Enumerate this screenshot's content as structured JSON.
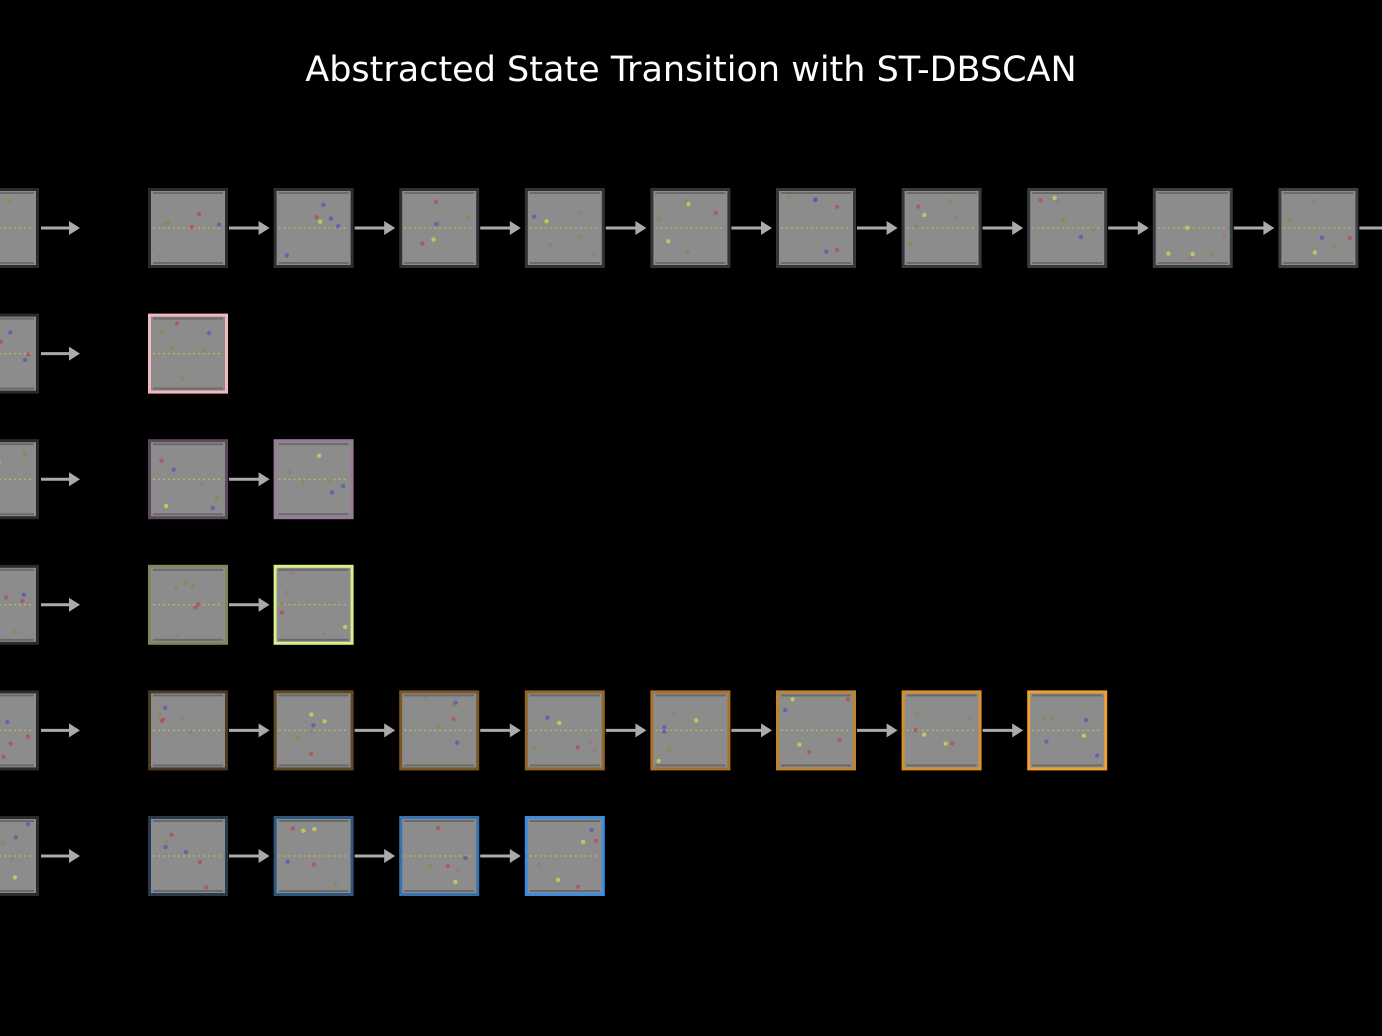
{
  "title": "Abstracted State Transition with ST-DBSCAN",
  "rows": [
    {
      "border_color": "#2a2d30",
      "fade_to": "#3a3f44",
      "count": 10,
      "continues": true
    },
    {
      "border_color": "#f2b8c0",
      "fade_to": "#f2b8c0",
      "count": 1,
      "continues": false
    },
    {
      "border_color": "#5c4a5c",
      "fade_to": "#9a7a9a",
      "count": 2,
      "continues": false
    },
    {
      "border_color": "#7a8a5a",
      "fade_to": "#d8f08a",
      "count": 2,
      "continues": false
    },
    {
      "border_color": "#4a3a22",
      "fade_to": "#f0a030",
      "count": 8,
      "continues": false
    },
    {
      "border_color": "#2a3a4e",
      "fade_to": "#3a8ee0",
      "count": 4,
      "continues": false
    }
  ],
  "colors": {
    "background": "#000000",
    "tile_fill": "#8c8c8c",
    "arrow": "#aaaaaa",
    "source_border": "#2a2a2a",
    "title": "#ffffff"
  }
}
